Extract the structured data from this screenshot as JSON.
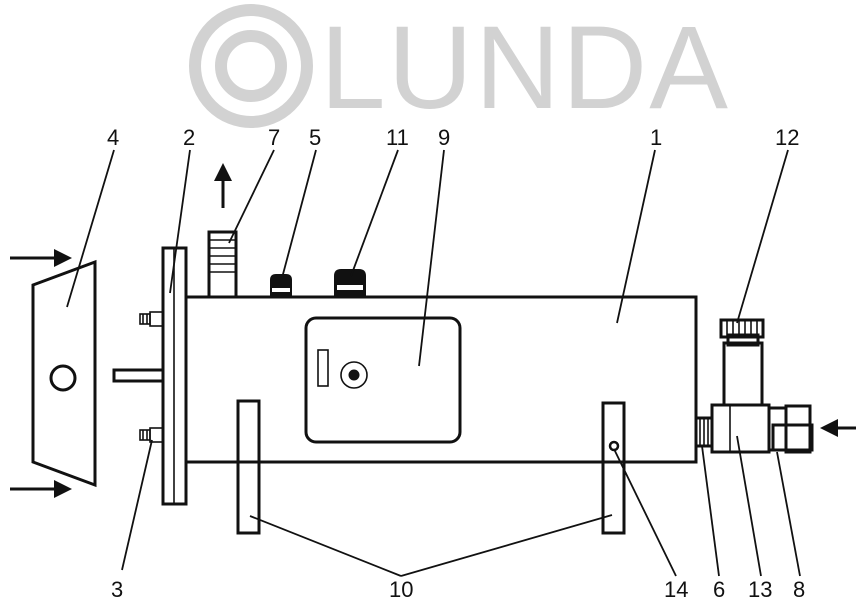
{
  "watermark": {
    "text": "LUNDA"
  },
  "labels": {
    "l1": "1",
    "l2": "2",
    "l3": "3",
    "l4": "4",
    "l5": "5",
    "l6": "6",
    "l7": "7",
    "l8": "8",
    "l9": "9",
    "l10": "10",
    "l11": "11",
    "l12": "12",
    "l13": "13",
    "l14": "14"
  }
}
